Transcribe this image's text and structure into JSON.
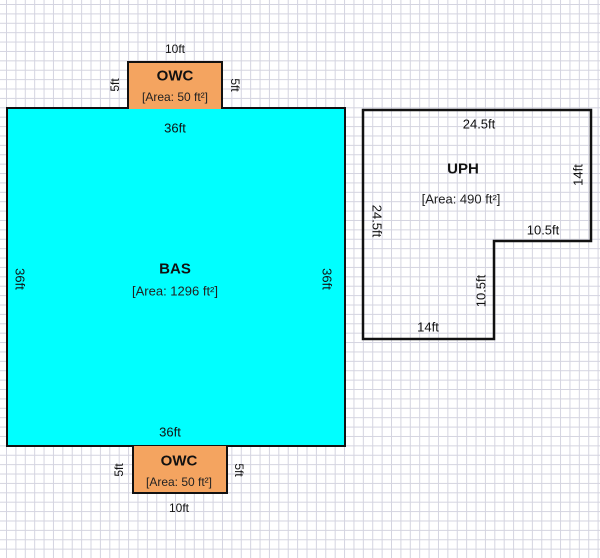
{
  "colors": {
    "bas_fill": "#00ffff",
    "owc_fill": "#f4a460",
    "uph_fill": "none",
    "outline": "#111111",
    "grid": "#d4d4e0"
  },
  "rooms": {
    "bas": {
      "name": "BAS",
      "area": "[Area: 1296 ft²]",
      "dims": {
        "top": "36ft",
        "bottom": "36ft",
        "left": "36ft",
        "right": "36ft"
      }
    },
    "owc_top": {
      "name": "OWC",
      "area": "[Area: 50 ft²]",
      "dims": {
        "top": "10ft",
        "left": "5ft",
        "right": "5ft"
      }
    },
    "owc_bottom": {
      "name": "OWC",
      "area": "[Area: 50 ft²]",
      "dims": {
        "bottom": "10ft",
        "left": "5ft",
        "right": "5ft"
      }
    },
    "uph": {
      "name": "UPH",
      "area": "[Area: 490 ft²]",
      "dims": {
        "top": "24.5ft",
        "left": "24.5ft",
        "right": "14ft",
        "step_horizontal": "10.5ft",
        "step_vertical": "10.5ft",
        "bottom": "14ft"
      }
    }
  }
}
